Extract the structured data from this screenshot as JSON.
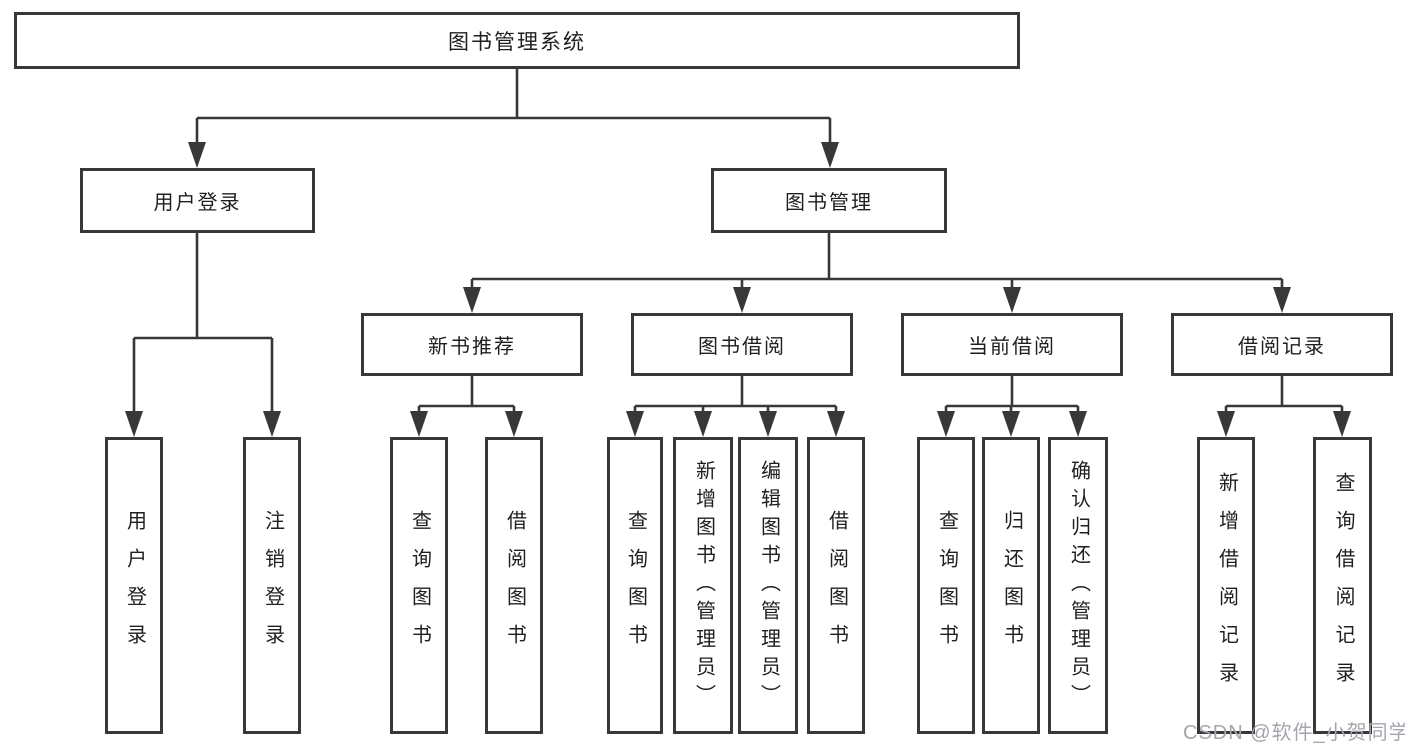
{
  "colors": {
    "line": "#383838",
    "text": "#1f1f1f",
    "watermark": "#a5a5ae",
    "bg": "#ffffff"
  },
  "nodes": {
    "root": {
      "label": "图书管理系统"
    },
    "user_login": {
      "label": "用户登录"
    },
    "book_mgmt": {
      "label": "图书管理"
    },
    "new_book": {
      "label": "新书推荐"
    },
    "borrowing": {
      "label": "图书借阅"
    },
    "current": {
      "label": "当前借阅"
    },
    "records": {
      "label": "借阅记录"
    },
    "ul_login": {
      "label": "用户登录"
    },
    "ul_logout": {
      "label": "注销登录"
    },
    "nbr_query": {
      "label": "查询图书"
    },
    "nbr_borrow": {
      "label": "借阅图书"
    },
    "bb_query": {
      "label": "查询图书"
    },
    "bb_add": {
      "label": "新增图书（管理员）"
    },
    "bb_edit": {
      "label": "编辑图书（管理员）"
    },
    "bb_borrow": {
      "label": "借阅图书"
    },
    "cb_query": {
      "label": "查询图书"
    },
    "cb_return": {
      "label": "归还图书"
    },
    "cb_confirm": {
      "label": "确认归还（管理员）"
    },
    "br_add": {
      "label": "新增借阅记录"
    },
    "br_query": {
      "label": "查询借阅记录"
    }
  },
  "watermark": {
    "text": "CSDN @软件_小贺同学"
  }
}
